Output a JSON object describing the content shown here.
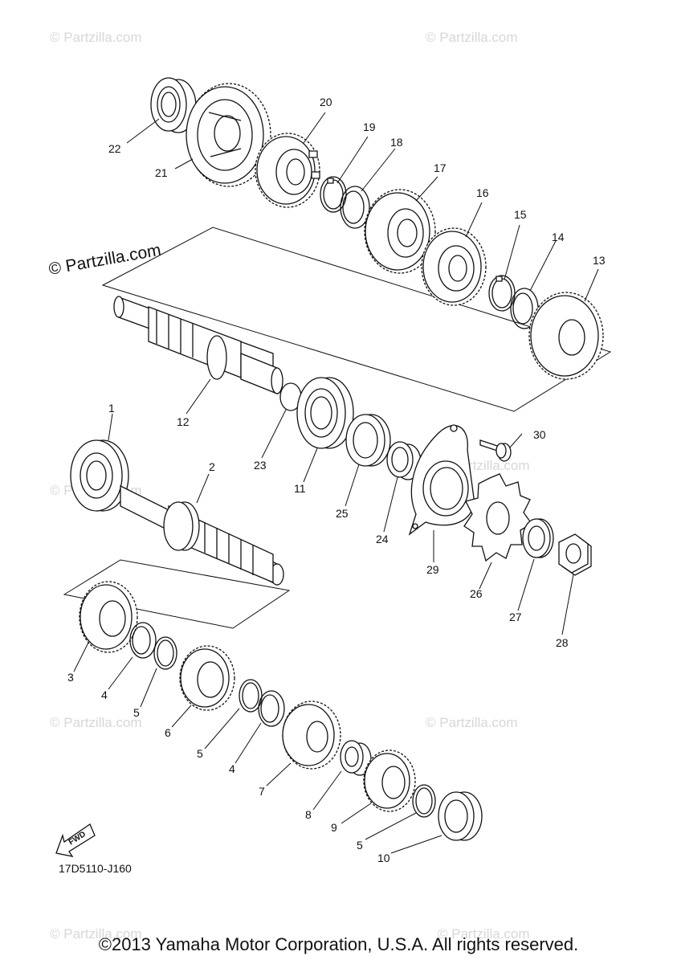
{
  "watermark": {
    "small": "© Partzilla.com",
    "main": "© Partzilla.com"
  },
  "diagram_code": "17D5110-J160",
  "fwd_label": "FWD",
  "copyright": "©2013 Yamaha Motor Corporation, U.S.A. All rights reserved.",
  "callouts": {
    "c1": "1",
    "c2": "2",
    "c3": "3",
    "c4a": "4",
    "c4b": "4",
    "c5a": "5",
    "c5b": "5",
    "c5c": "5",
    "c6": "6",
    "c7": "7",
    "c8": "8",
    "c9": "9",
    "c10": "10",
    "c11": "11",
    "c12": "12",
    "c13": "13",
    "c14": "14",
    "c15": "15",
    "c16": "16",
    "c17": "17",
    "c18": "18",
    "c19": "19",
    "c20": "20",
    "c21": "21",
    "c22": "22",
    "c23": "23",
    "c24": "24",
    "c25": "25",
    "c26": "26",
    "c27": "27",
    "c28": "28",
    "c29": "29",
    "c30": "30"
  }
}
